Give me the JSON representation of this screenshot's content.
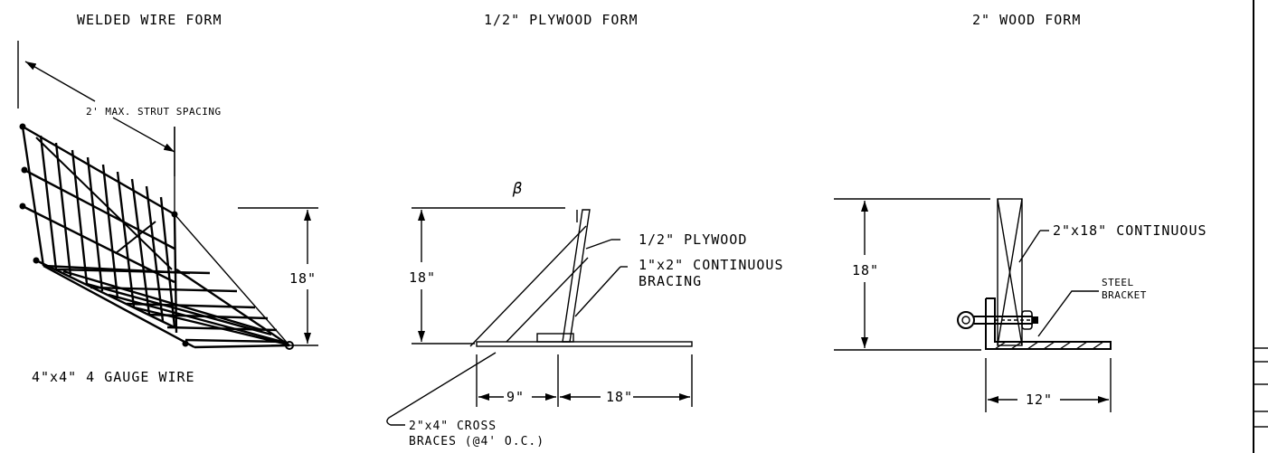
{
  "titles": {
    "welded": "WELDED WIRE FORM",
    "plywood": "1/2\" PLYWOOD FORM",
    "wood": "2\" WOOD FORM"
  },
  "welded": {
    "strut_spacing": "2'  MAX. STRUT SPACING",
    "height": "18\"",
    "wire": "4\"x4\" 4 GAUGE WIRE"
  },
  "plywood": {
    "beta": "β",
    "height": "18\"",
    "plywood_label": "1/2\" PLYWOOD",
    "bracing_line1": "1\"x2\" CONTINUOUS",
    "bracing_line2": "BRACING",
    "dim_left": "9\"",
    "dim_right": "18\"",
    "cross_line1": "2\"x4\" CROSS",
    "cross_line2": "BRACES (@4' O.C.)"
  },
  "wood": {
    "height": "18\"",
    "board_label": "2\"x18\" CONTINUOUS",
    "bracket_line1": "STEEL",
    "bracket_line2": "BRACKET",
    "dim_bottom": "12\""
  }
}
